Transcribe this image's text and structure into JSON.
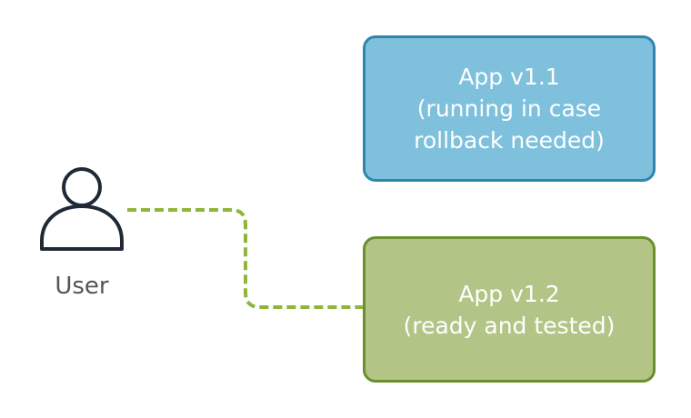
{
  "user": {
    "icon": "user-icon",
    "label": "User"
  },
  "boxes": {
    "current": {
      "line1": "App v1.1",
      "line2": "(running in case",
      "line3": "rollback needed)",
      "fill": "#7fc0dd",
      "border": "#2f86ad"
    },
    "next": {
      "line1": "App v1.2",
      "line2": "(ready and tested)",
      "fill": "#b3c586",
      "border": "#6a8f2c"
    }
  },
  "connector": {
    "from": "User",
    "to": "App v1.2",
    "style": "dashed",
    "color": "#8fb63b"
  }
}
